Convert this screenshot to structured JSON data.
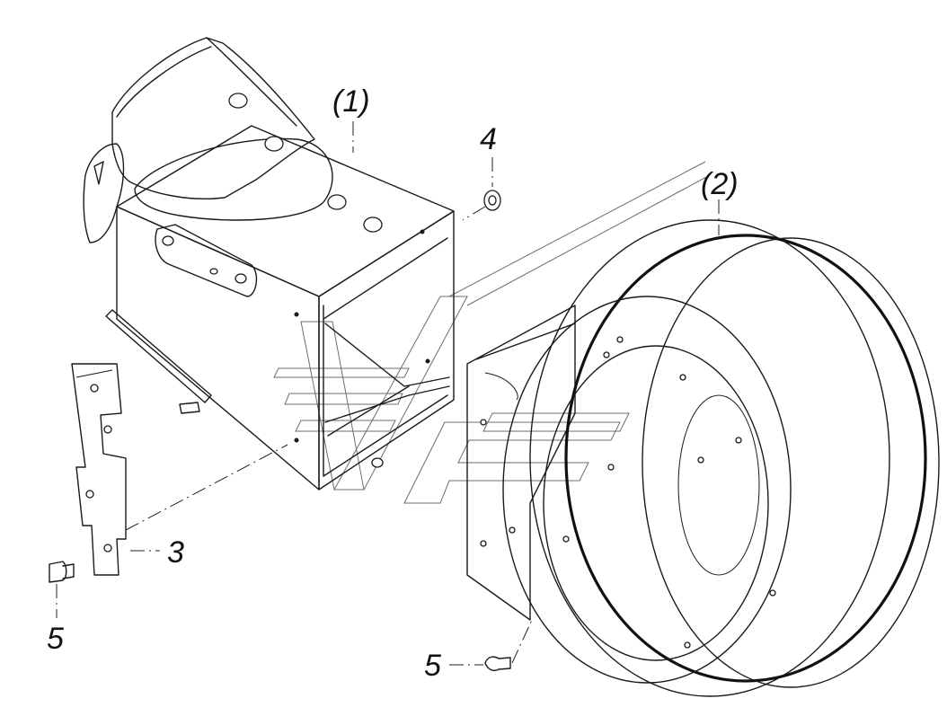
{
  "labels": {
    "part_1": "(1)",
    "part_2": "(2)",
    "part_3": "3",
    "part_4": "4",
    "part_5_left": "5",
    "part_5_bottom": "5"
  },
  "colors": {
    "line": "#1a1a1a",
    "watermark": "#6d6d6d",
    "background": "#ffffff"
  }
}
